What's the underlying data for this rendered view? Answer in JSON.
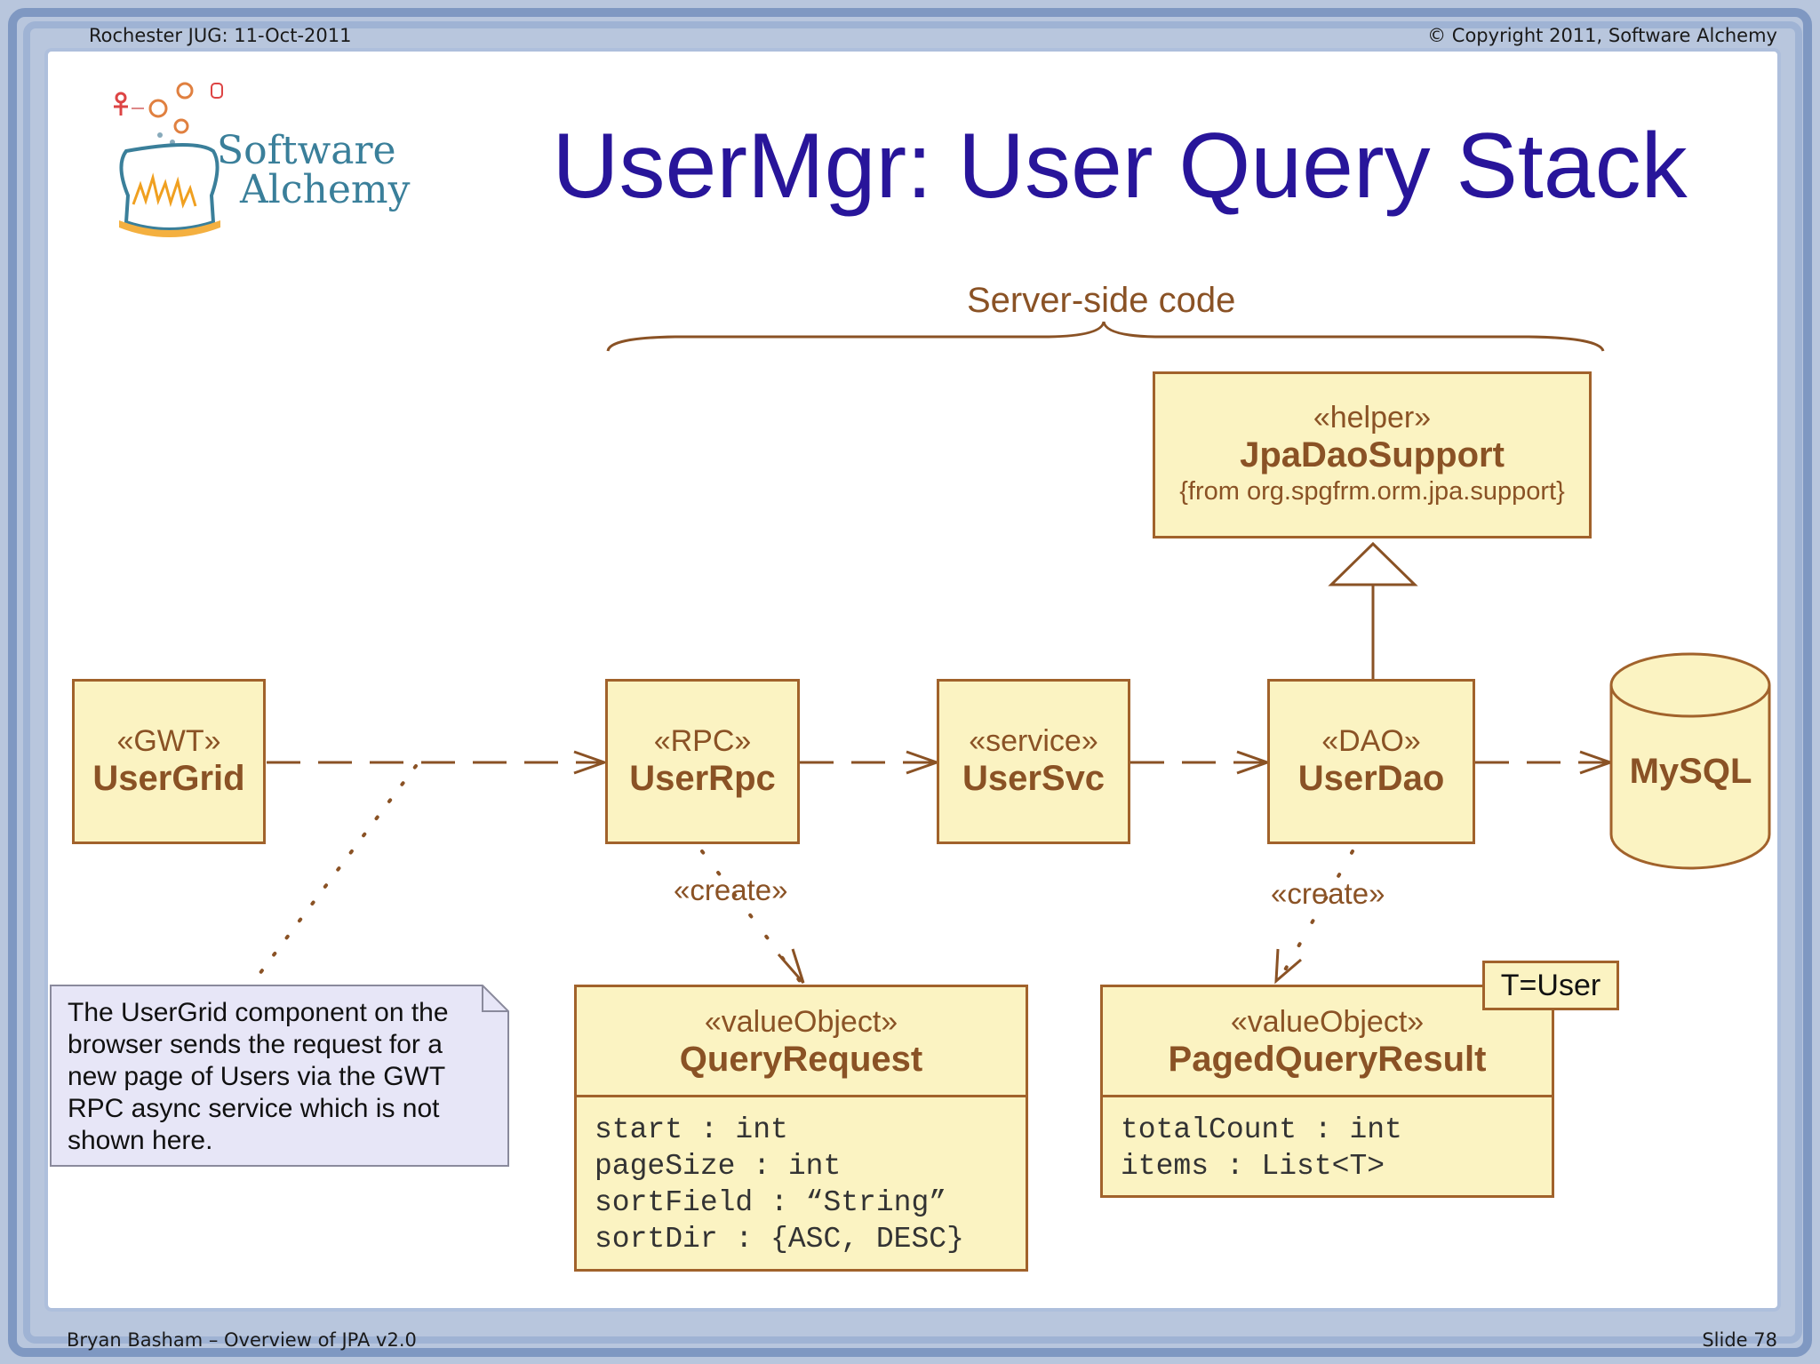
{
  "header": {
    "left": "Rochester JUG:  11-Oct-2011",
    "right": "© Copyright 2011, Software Alchemy"
  },
  "footer": {
    "left": "Bryan Basham – Overview of JPA v2.0",
    "right": "Slide 78"
  },
  "logo": {
    "line1": "Software",
    "line2": "Alchemy",
    "icon": "cauldron-logo-icon"
  },
  "title": "UserMgr: User Query Stack",
  "brace_label": "Server-side code",
  "classes": {
    "helper": {
      "stereotype": "«helper»",
      "name": "JpaDaoSupport",
      "note": "{from org.spgfrm.orm.jpa.support}"
    },
    "grid": {
      "stereotype": "«GWT»",
      "name": "UserGrid"
    },
    "rpc": {
      "stereotype": "«RPC»",
      "name": "UserRpc"
    },
    "svc": {
      "stereotype": "«service»",
      "name": "UserSvc"
    },
    "dao": {
      "stereotype": "«DAO»",
      "name": "UserDao"
    },
    "db": {
      "name": "MySQL"
    },
    "query": {
      "stereotype": "«valueObject»",
      "name": "QueryRequest",
      "attributes": [
        "start : int",
        "pageSize : int",
        "sortField : “String”",
        "sortDir : {ASC, DESC}"
      ]
    },
    "result": {
      "stereotype": "«valueObject»",
      "name": "PagedQueryResult",
      "template": "T=User",
      "attributes": [
        "totalCount : int",
        "items : List<T>"
      ]
    }
  },
  "create_labels": [
    "«create»",
    "«create»"
  ],
  "note": "The UserGrid component on the browser sends the request for a new page of Users via the GWT RPC async service which is not shown here.",
  "colors": {
    "title": "#28159a",
    "box_fill": "#fbf3c2",
    "box_border": "#a1622b",
    "note_fill": "#e7e6f7"
  }
}
